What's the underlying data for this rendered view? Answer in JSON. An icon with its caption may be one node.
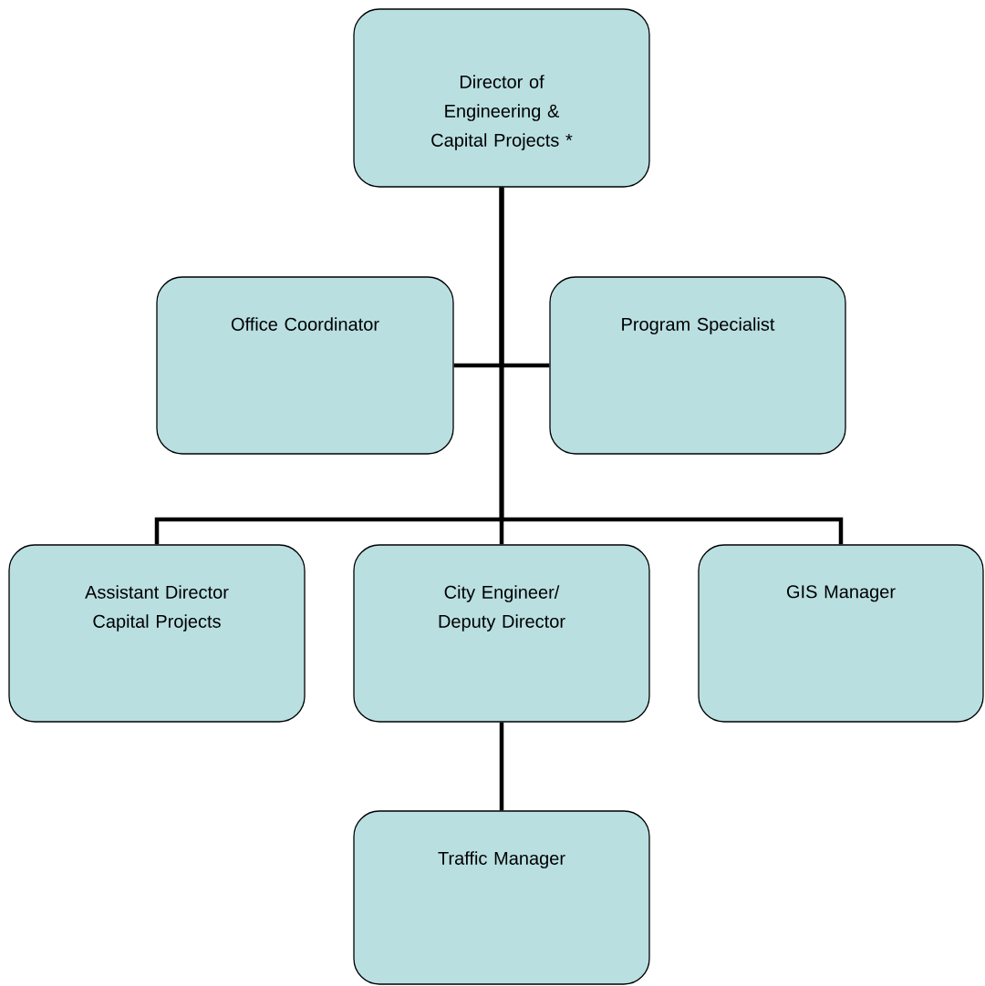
{
  "diagram": {
    "nodes": [
      {
        "text": [
          "Director of Engineering & Capital Projects *"
        ]
      },
      {
        "text": [
          "Office Coordinator"
        ]
      },
      {
        "text": [
          "Program Specialist"
        ]
      },
      {
        "text": [
          "Assistant Director Capital Projects"
        ]
      },
      {
        "text": [
          "City Engineer/ Deputy Director"
        ]
      },
      {
        "text": [
          "GIS Manager"
        ]
      },
      {
        "text": [
          "Traffic Manager"
        ]
      }
    ],
    "edges": [
      {
        "from": 0,
        "to": 1,
        "arrow": "none"
      },
      {
        "from": 0,
        "to": 2,
        "arrow": "none"
      },
      {
        "from": 0,
        "to": 3,
        "arrow": "none"
      },
      {
        "from": 0,
        "to": 4,
        "arrow": "none"
      },
      {
        "from": 0,
        "to": 5,
        "arrow": "none"
      },
      {
        "from": 4,
        "to": 6,
        "arrow": "none"
      }
    ]
  }
}
